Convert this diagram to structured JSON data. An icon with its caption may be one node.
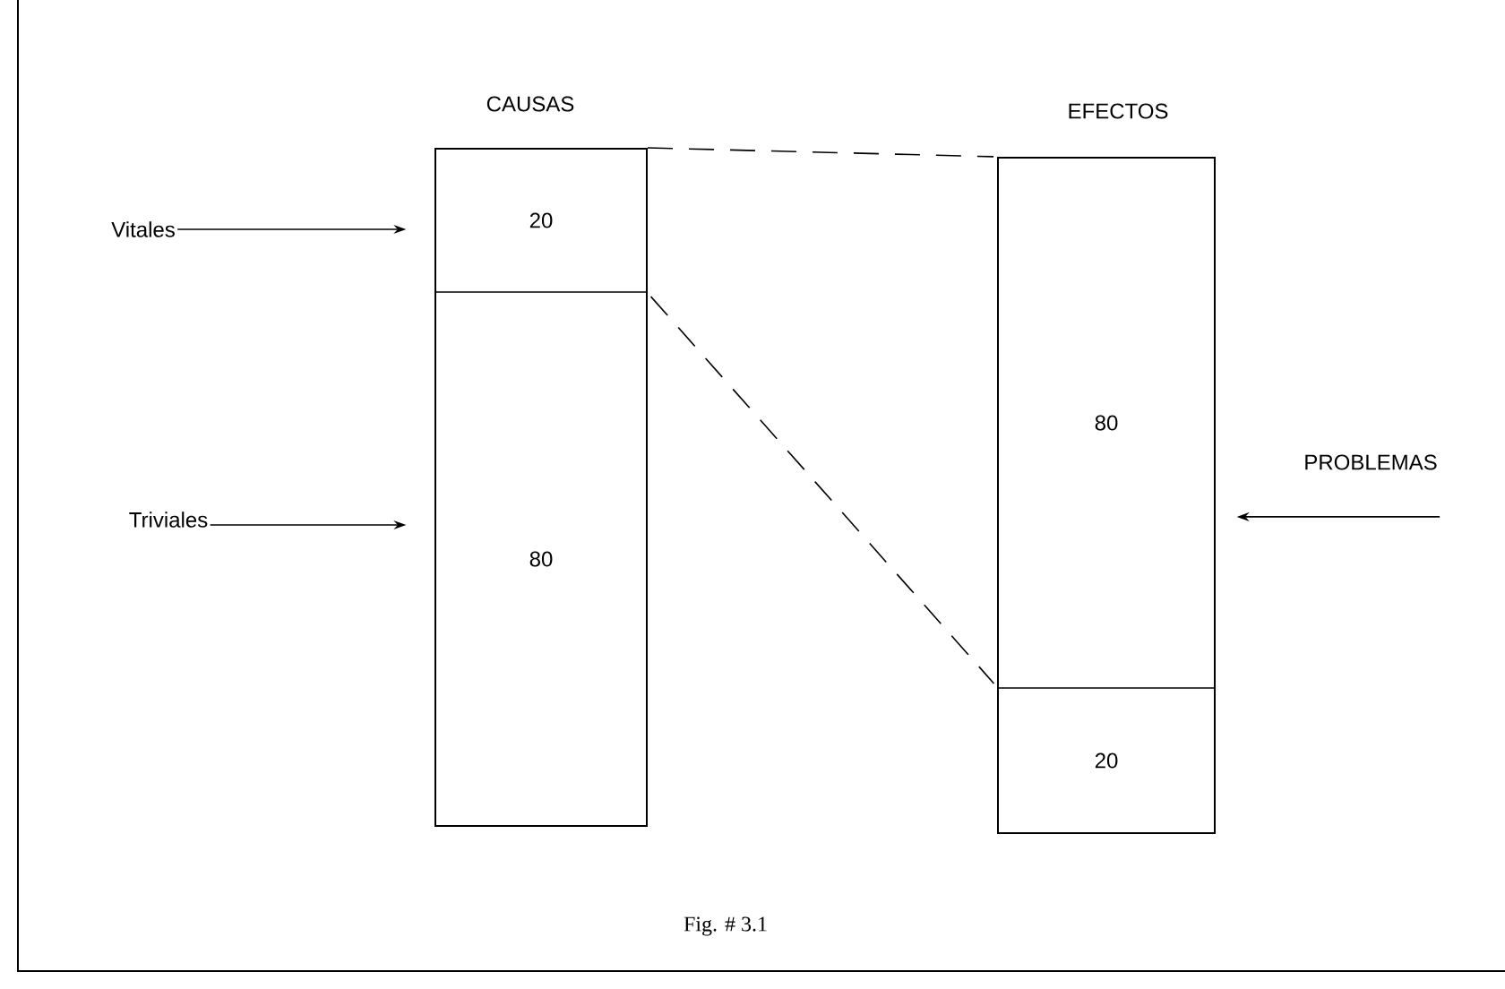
{
  "diagram": {
    "caption": "Fig. # 3.1",
    "nodes": [
      {
        "text": [
          "CAUSAS"
        ]
      },
      {
        "text": [
          "20"
        ],
        "in": 0
      },
      {
        "text": [
          "80"
        ],
        "in": 0
      },
      {
        "text": [
          "EFECTOS"
        ]
      },
      {
        "text": [
          "80"
        ],
        "in": 3
      },
      {
        "text": [
          "20"
        ],
        "in": 3
      },
      {
        "text": [
          "Vitales"
        ]
      },
      {
        "text": [
          "Triviales"
        ]
      },
      {
        "text": [
          "PROBLEMAS"
        ]
      }
    ],
    "edges": [
      {
        "from": 6,
        "to": 1,
        "arrow": "to"
      },
      {
        "from": 7,
        "to": 2,
        "arrow": "to"
      },
      {
        "from": 8,
        "to": 4,
        "arrow": "to"
      },
      {
        "from": 0,
        "to": 3,
        "arrow": "none",
        "style": "dashed"
      },
      {
        "from": 1,
        "to": 5,
        "arrow": "none",
        "style": "dashed"
      }
    ]
  }
}
